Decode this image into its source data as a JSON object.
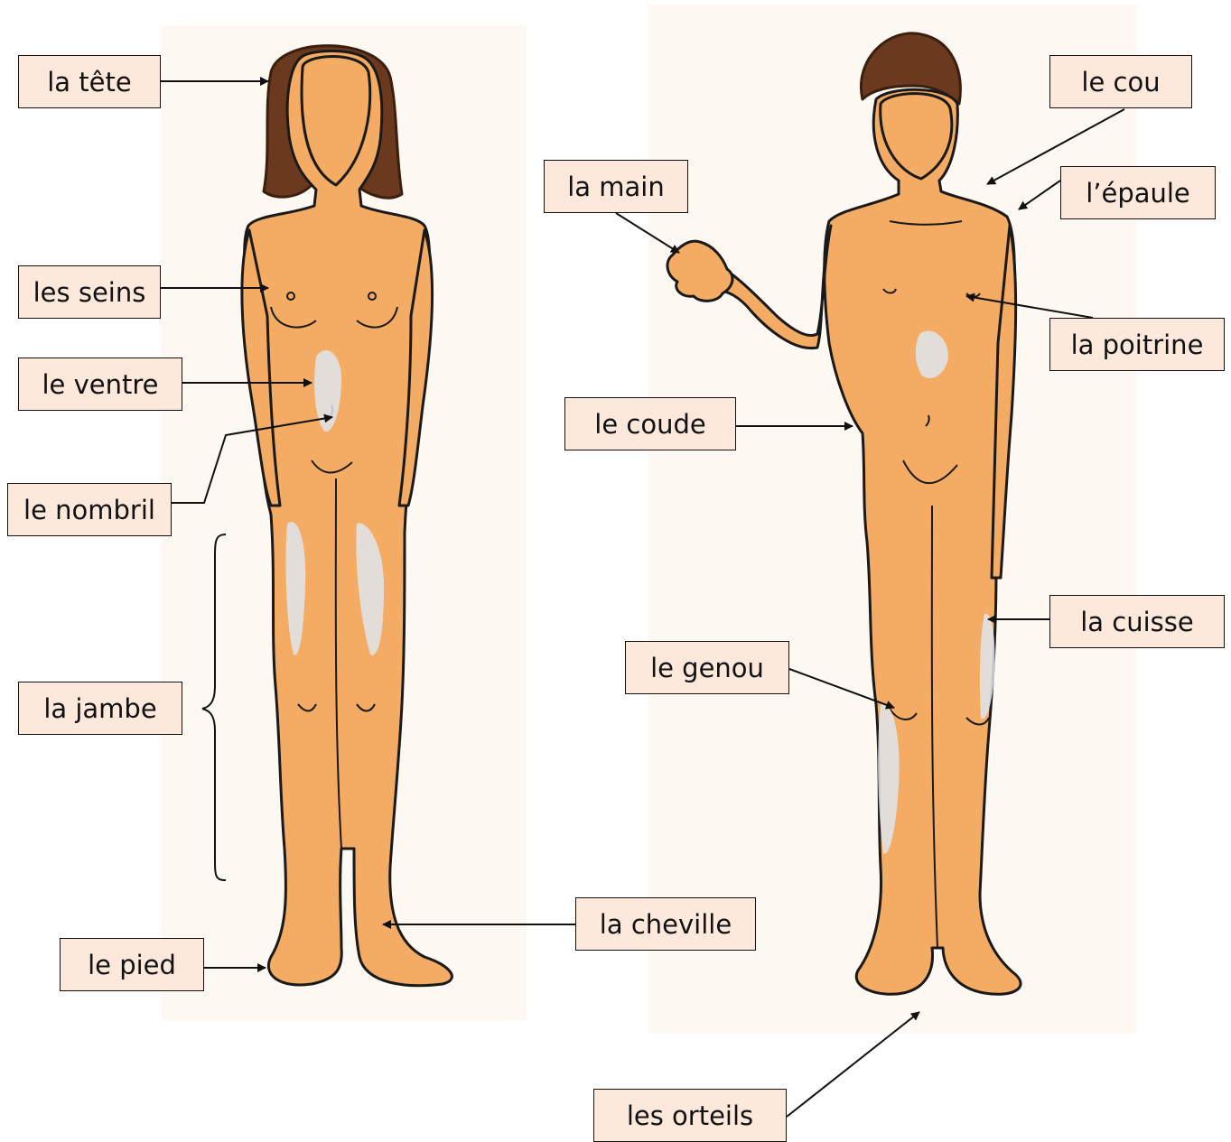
{
  "labels": {
    "tete": "la tête",
    "seins": "les seins",
    "ventre": "le ventre",
    "nombril": "le nombril",
    "jambe": "la jambe",
    "pied": "le pied",
    "cheville": "la cheville",
    "main": "la main",
    "coude": "le coude",
    "genou": "le genou",
    "orteils": "les orteils",
    "cou": "le cou",
    "epaule": "l’épaule",
    "poitrine": "la poitrine",
    "cuisse": "la cuisse"
  },
  "colors": {
    "skin": "#f4ab63",
    "hair": "#6b3a1e",
    "outline": "#1a1a1a",
    "label_fill": "#fde9dc",
    "panel": "#fdf8f1"
  }
}
